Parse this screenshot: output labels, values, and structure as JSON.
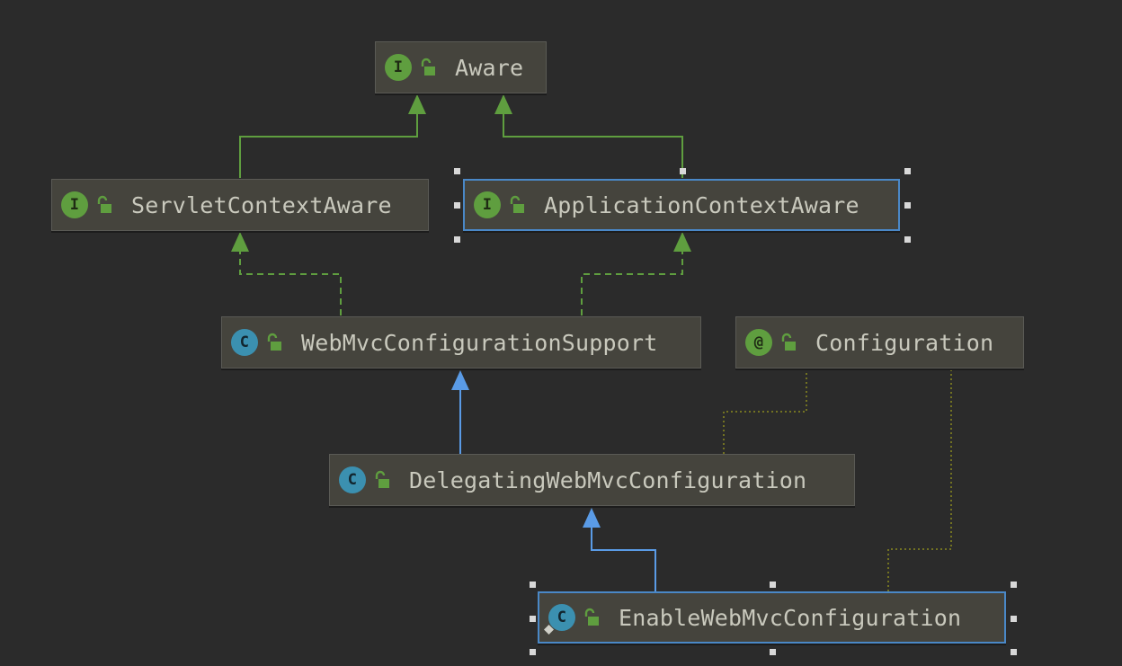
{
  "nodes": [
    {
      "id": "aware",
      "label": "Aware",
      "kind": "interface",
      "badge": "I"
    },
    {
      "id": "servlet",
      "label": "ServletContextAware",
      "kind": "interface",
      "badge": "I"
    },
    {
      "id": "appctx",
      "label": "ApplicationContextAware",
      "kind": "interface",
      "badge": "I"
    },
    {
      "id": "support",
      "label": "WebMvcConfigurationSupport",
      "kind": "class",
      "badge": "C"
    },
    {
      "id": "configuration",
      "label": "Configuration",
      "kind": "annotation",
      "badge": "@"
    },
    {
      "id": "delegating",
      "label": "DelegatingWebMvcConfiguration",
      "kind": "class",
      "badge": "C"
    },
    {
      "id": "enable",
      "label": "EnableWebMvcConfiguration",
      "kind": "class",
      "badge": "C"
    }
  ],
  "edges": [
    {
      "from": "servlet",
      "to": "aware",
      "type": "extends-interface"
    },
    {
      "from": "appctx",
      "to": "aware",
      "type": "extends-interface"
    },
    {
      "from": "support",
      "to": "servlet",
      "type": "implements"
    },
    {
      "from": "support",
      "to": "appctx",
      "type": "implements"
    },
    {
      "from": "delegating",
      "to": "support",
      "type": "extends"
    },
    {
      "from": "enable",
      "to": "delegating",
      "type": "extends"
    },
    {
      "from": "delegating",
      "to": "configuration",
      "type": "annotated"
    },
    {
      "from": "enable",
      "to": "configuration",
      "type": "annotated"
    }
  ],
  "colors": {
    "background": "#2b2b2b",
    "node_fill": "#45443d",
    "text": "#c9c9bd",
    "interface_edge": "#5f9e3f",
    "class_edge": "#5a9be6",
    "annotation_edge": "#8a8a20",
    "selection": "#4a88c7"
  },
  "icons": {
    "visibility": "public-lock-icon",
    "enable_modifier": "static-diamond-icon"
  }
}
